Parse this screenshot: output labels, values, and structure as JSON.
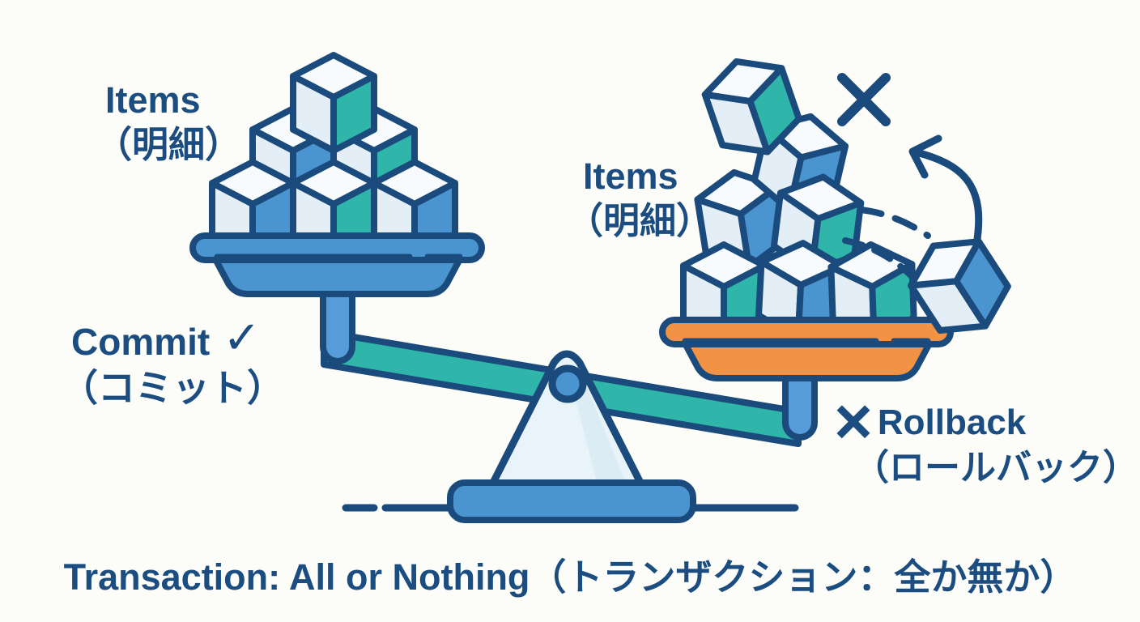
{
  "colors": {
    "navy": "#1a4b7c",
    "blue": "#4a94d0",
    "stem": "#559cd9",
    "teal": "#2fb5a9",
    "cube_left": "#e4eef6",
    "cube_top": "#f7fbfe",
    "orange": "#f29245",
    "fulcrum": "#e9f3fa",
    "stripe": "#d5e8f2",
    "bg": "#fcfcf9",
    "text": "#1c4d80"
  },
  "labels": {
    "items_left": {
      "line1": "Items",
      "line2": "（明細）"
    },
    "items_right": {
      "line1": "Items",
      "line2": "（明細）"
    },
    "commit": {
      "label": "Commit",
      "check_icon": "✓",
      "jp": "（コミット）"
    },
    "rollback": {
      "x_icon": "×",
      "label": "Rollback",
      "jp": "（ロールバック）"
    },
    "caption": "Transaction: All or Nothing（トランザクション：全か無か）"
  }
}
